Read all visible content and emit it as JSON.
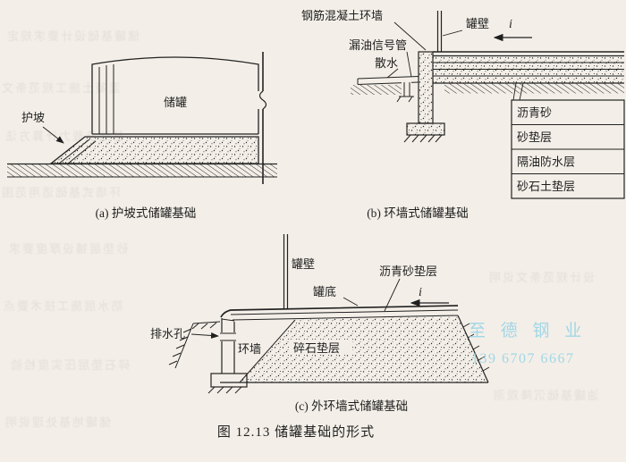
{
  "paper": {
    "bleed": [
      "储罐基础设计要求规定",
      "混凝土施工规范条文",
      "基础承载力计算方法",
      "环墙式基础适用范围",
      "砂垫层铺设厚度要求",
      "防水层施工技术要点",
      "碎石垫层压实度检验",
      "储罐地基处理说明",
      "设计规范条文说明",
      "油罐基础沉降观测"
    ]
  },
  "watermark": {
    "name": "至 德 钢 业",
    "phone": "139 6707 6667",
    "color": "#8ed0e6"
  },
  "figure": {
    "caption": "图 12.13  储罐基础的形式"
  },
  "diagram_a": {
    "caption": "(a) 护坡式储罐基础",
    "tank_label": "储罐",
    "slope_label": "护坡"
  },
  "diagram_b": {
    "caption": "(b) 环墙式储罐基础",
    "ringwall_label": "钢筋混凝土环墙",
    "tankwall_label": "罐壁",
    "signal_pipe_label": "漏油信号管",
    "apron_label": "散水",
    "slope_symbol": "i",
    "legend": [
      "沥青砂",
      "砂垫层",
      "隔油防水层",
      "砂石土垫层"
    ]
  },
  "diagram_c": {
    "caption": "(c) 外环墙式储罐基础",
    "tankwall_label": "罐壁",
    "asphalt_label": "沥青砂垫层",
    "tank_bottom_label": "罐底",
    "drain_label": "排水孔",
    "ringwall_label": "环墙",
    "gravel_label": "碎石垫层",
    "slope_symbol": "i"
  }
}
